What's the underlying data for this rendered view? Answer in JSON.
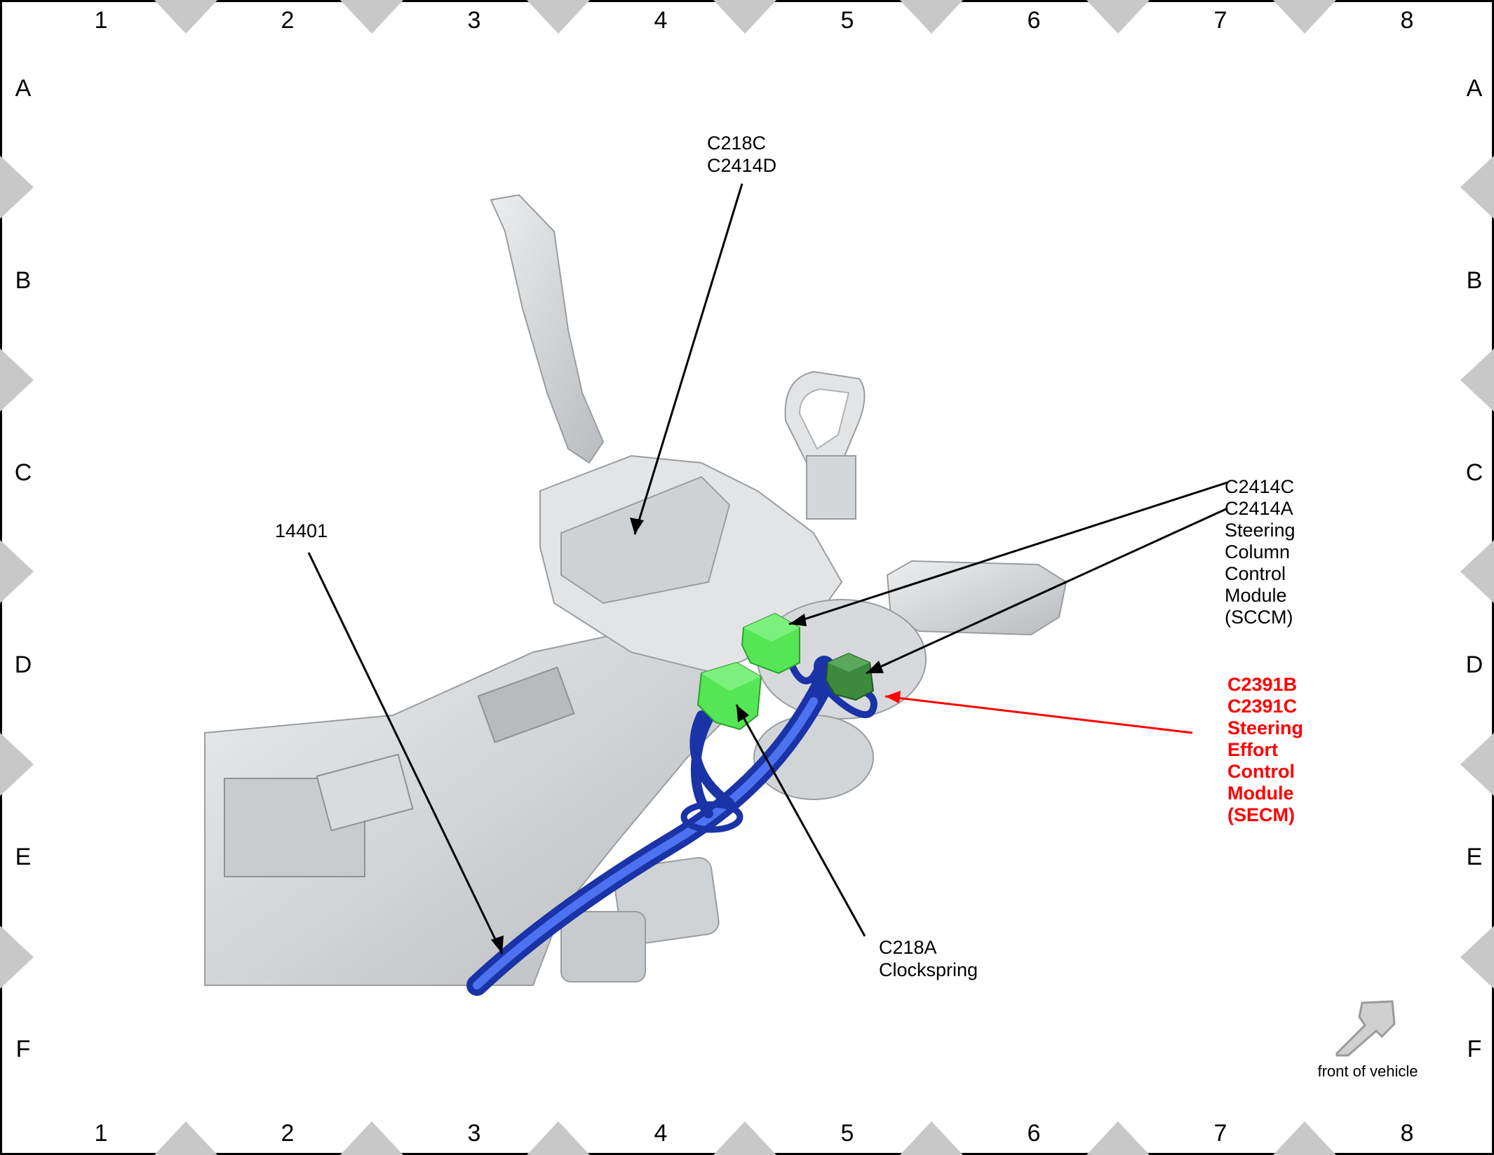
{
  "grid": {
    "columns": [
      "1",
      "2",
      "3",
      "4",
      "5",
      "6",
      "7",
      "8"
    ],
    "rows": [
      "A",
      "B",
      "C",
      "D",
      "E",
      "F"
    ]
  },
  "callouts": {
    "c218c_line1": "C218C",
    "c218c_line2": "C2414D",
    "harness": "14401",
    "sccm": [
      "C2414C",
      "C2414A",
      "Steering",
      "Column",
      "Control",
      "Module",
      "(SCCM)"
    ],
    "secm": [
      "C2391B",
      "C2391C",
      "Steering",
      "Effort",
      "Control",
      "Module",
      "(SECM)"
    ],
    "clockspring_line1": "C218A",
    "clockspring_line2": "Clockspring"
  },
  "orientation": {
    "label": "front of vehicle",
    "icon": "arrow-down-left-icon"
  },
  "colors": {
    "connector_green": "#55e655",
    "connector_dark_green": "#3d8a3d",
    "harness_blue": "#2448c8",
    "highlight_red": "#ff0000",
    "part_gray": "#d6d8da"
  }
}
